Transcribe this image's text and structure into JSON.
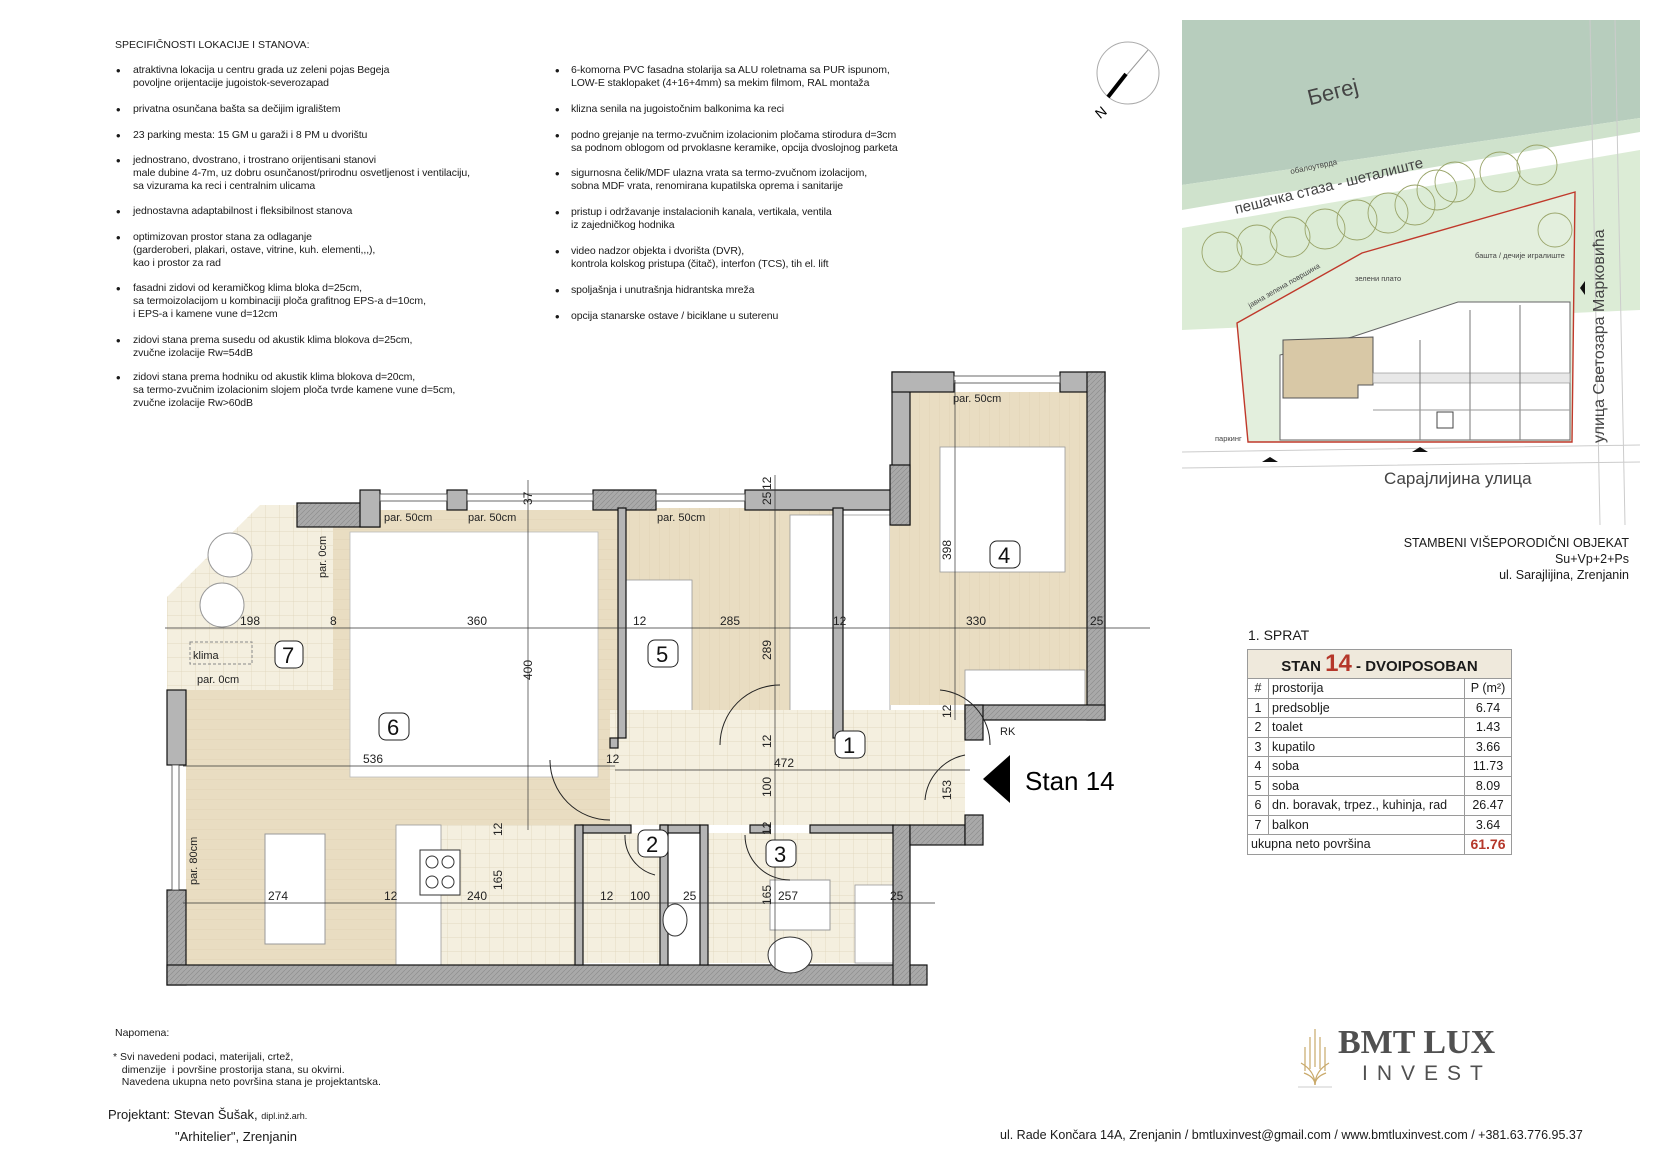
{
  "specs": {
    "title": "SPECIFIČNOSTI LOKACIJE I STANOVA:",
    "left": [
      "atraktivna lokacija u centru grada uz zeleni pojas Begeja\npovoljne orijentacije jugoistok-severozapad",
      "privatna osunčana bašta sa dečijim igralištem",
      "23 parking mesta: 15 GM u garaži i 8 PM u dvorištu",
      "jednostrano, dvostrano, i trostrano orijentisani stanovi\nmale dubine 4-7m, uz dobru osunčanost/prirodnu osvetljenost i ventilaciju,\nsa vizurama ka reci i centralnim ulicama",
      "jednostavna adaptabilnost i fleksibilnost stanova",
      " optimizovan prostor stana za odlaganje\n (garderoberi, plakari, ostave, vitrine, kuh. elementi,,,),\n kao i prostor za rad",
      "fasadni zidovi od keramičkog klima bloka d=25cm,\nsa termoizolacijom u kombinaciji ploča grafitnog EPS-a d=10cm,\ni EPS-a i kamene vune d=12cm",
      "zidovi stana prema susedu od akustik klima blokova d=25cm,\nzvučne izolacije Rw=54dB",
      "zidovi stana prema hodniku od akustik klima blokova d=20cm,\nsa termo-zvučnim izolacionim slojem ploča tvrde kamene vune d=5cm,\nzvučne izolacije Rw>60dB"
    ],
    "right": [
      "6-komorna PVC fasadna stolarija sa ALU roletnama sa PUR ispunom,\nLOW-E staklopaket (4+16+4mm) sa mekim filmom, RAL montaža",
      "klizna senila na jugoistočnim balkonima ka reci",
      "podno grejanje na termo-zvučnim izolacionim pločama stirodura d=3cm\nsa podnom oblogom od prvoklasne keramike, opcija dvoslojnog parketa",
      "sigurnosna čelik/MDF ulazna vrata sa termo-zvučnom izolacijom,\nsobna MDF vrata, renomirana kupatilska oprema i sanitarije",
      "pristup i održavanje instalacionih kanala, vertikala, ventila\niz zajedničkog hodnika",
      "video nadzor objekta i dvorišta (DVR),\nkontrola kolskog pristupa (čitač), interfon (TCS), tih el. lift",
      "spoljašnja i unutrašnja hidrantska mreža",
      "opcija stanarske ostave / biciklane u suterenu"
    ]
  },
  "compass": {
    "label": "N"
  },
  "map": {
    "river": "Бегеј",
    "embankment": "обалоутврда",
    "walkway": "пешачка стаза - шеталиште",
    "public_green": "јавна зелена површина",
    "green_plateau": "зелени плато",
    "garden": "башта / дечије игралиште",
    "parking": "паркинг",
    "street_south": "Сарајлијина  улица",
    "street_east": "улица Светозара Марковића",
    "colors": {
      "river": "#b7cdbd",
      "park": "#dcecd6",
      "lot_border": "#c0392b",
      "apartment": "#d8c8a6"
    }
  },
  "project": {
    "name": "STAMBENI VIŠEPORODIČNI OBJEKAT",
    "floors": "Su+Vp+2+Ps",
    "address": "ul. Sarajlijina, Zrenjanin"
  },
  "floor_label": "1. SPRAT",
  "table": {
    "stan": "STAN",
    "number": "14",
    "type": "- DVOIPOSOBAN",
    "col_num": "#",
    "col_room": "prostorija",
    "col_area": "P (m²)",
    "rows": [
      {
        "n": "1",
        "room": "predsoblje",
        "area": "6.74"
      },
      {
        "n": "2",
        "room": "toalet",
        "area": "1.43"
      },
      {
        "n": "3",
        "room": "kupatilo",
        "area": "3.66"
      },
      {
        "n": "4",
        "room": "soba",
        "area": "11.73"
      },
      {
        "n": "5",
        "room": "soba",
        "area": "8.09"
      },
      {
        "n": "6",
        "room": "dn. boravak, trpez., kuhinja, rad",
        "area": "26.47"
      },
      {
        "n": "7",
        "room": "balkon",
        "area": "3.64"
      }
    ],
    "total_label": "ukupna neto površina",
    "total": "61.76",
    "accent": "#b5372a"
  },
  "plan": {
    "entrance": "Stan 14",
    "rooms": [
      "1",
      "2",
      "3",
      "4",
      "5",
      "6",
      "7"
    ],
    "labels": {
      "par50": "par. 50cm",
      "par0": "par. 0cm",
      "par80": "par. 80cm",
      "klima": "klima",
      "rk": "RK"
    },
    "dims": [
      "198",
      "8",
      "360",
      "12",
      "285",
      "289",
      "12",
      "330",
      "25",
      "398",
      "37",
      "25",
      "12",
      "400",
      "536",
      "12",
      "274",
      "12",
      "240",
      "165",
      "12",
      "100",
      "12",
      "25",
      "257",
      "165",
      "25",
      "472",
      "100",
      "12",
      "12",
      "153",
      "12"
    ]
  },
  "note": {
    "title": "Napomena:",
    "text": "* Svi navedeni podaci, materijali, crtež,\n   dimenzije  i površine prostorija stana, su okvirni.\n   Navedena ukupna neto površina stana je projektantska."
  },
  "designer": {
    "label": "Projektant: Stevan Šušak,",
    "title": "dipl.inž.arh.",
    "studio": "\"Arhitelier\", Zrenjanin"
  },
  "logo": {
    "line1": "BMT LUX",
    "line2": "INVEST",
    "gold": "#c9a96a"
  },
  "footer": "ul. Rade Končara 14A, Zrenjanin / bmtluxinvest@gmail.com / www.bmtluxinvest.com / +381.63.776.95.37"
}
